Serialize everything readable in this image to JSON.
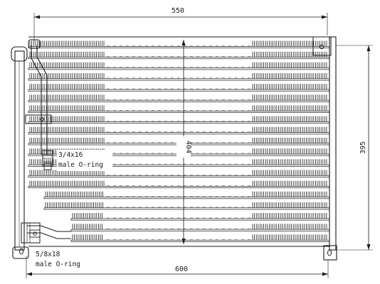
{
  "dimensions": {
    "top_width": "550",
    "bottom_width": "600",
    "core_height": "404",
    "overall_height": "395"
  },
  "fittings": {
    "upper": {
      "size": "3/4x16",
      "type": "male O-ring"
    },
    "lower": {
      "size": "5/8x18",
      "type": "male O-ring"
    }
  }
}
